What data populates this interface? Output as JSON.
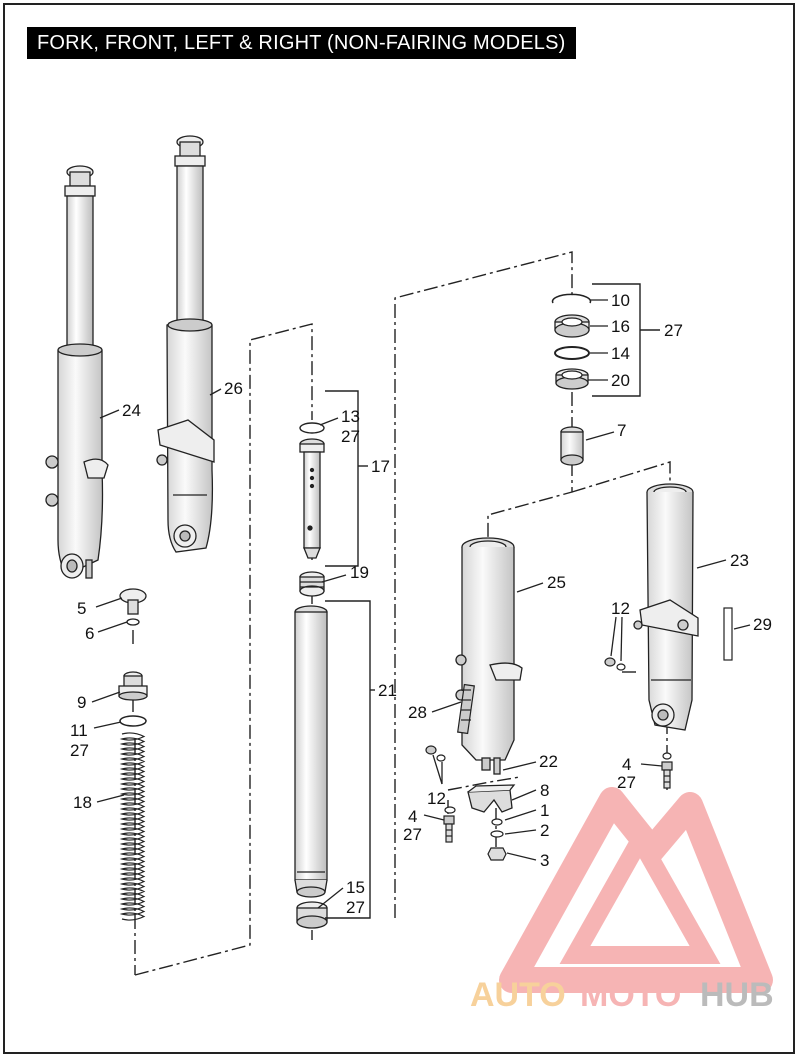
{
  "title": "FORK, FRONT, LEFT & RIGHT (NON-FAIRING MODELS)",
  "callouts": {
    "c10": "10",
    "c16": "16",
    "c14": "14",
    "c20": "20",
    "c27_kit": "27",
    "c7": "7",
    "c13": "13",
    "c27_13": "27",
    "c17": "17",
    "c19": "19",
    "c21": "21",
    "c15": "15",
    "c27_15": "27",
    "c24": "24",
    "c26": "26",
    "c5": "5",
    "c6": "6",
    "c9": "9",
    "c11": "11",
    "c27_11": "27",
    "c18": "18",
    "c25": "25",
    "c23": "23",
    "c12_right": "12",
    "c29": "29",
    "c28": "28",
    "c22": "22",
    "c12_left": "12",
    "c8": "8",
    "c1": "1",
    "c2": "2",
    "c3": "3",
    "c4_left": "4",
    "c27_4_left": "27",
    "c4_right": "4",
    "c27_4_right": "27"
  },
  "watermark": {
    "part1": "AUTO",
    "part2": "MOTO",
    "part3": "HUB",
    "color_primary": "#f5a8a8",
    "color_secondary": "#f6c98a",
    "color_tertiary": "#b0b0b0"
  },
  "colors": {
    "line": "#222222",
    "fill_light": "#f2f2f2",
    "fill_mid": "#dcdcdc"
  }
}
